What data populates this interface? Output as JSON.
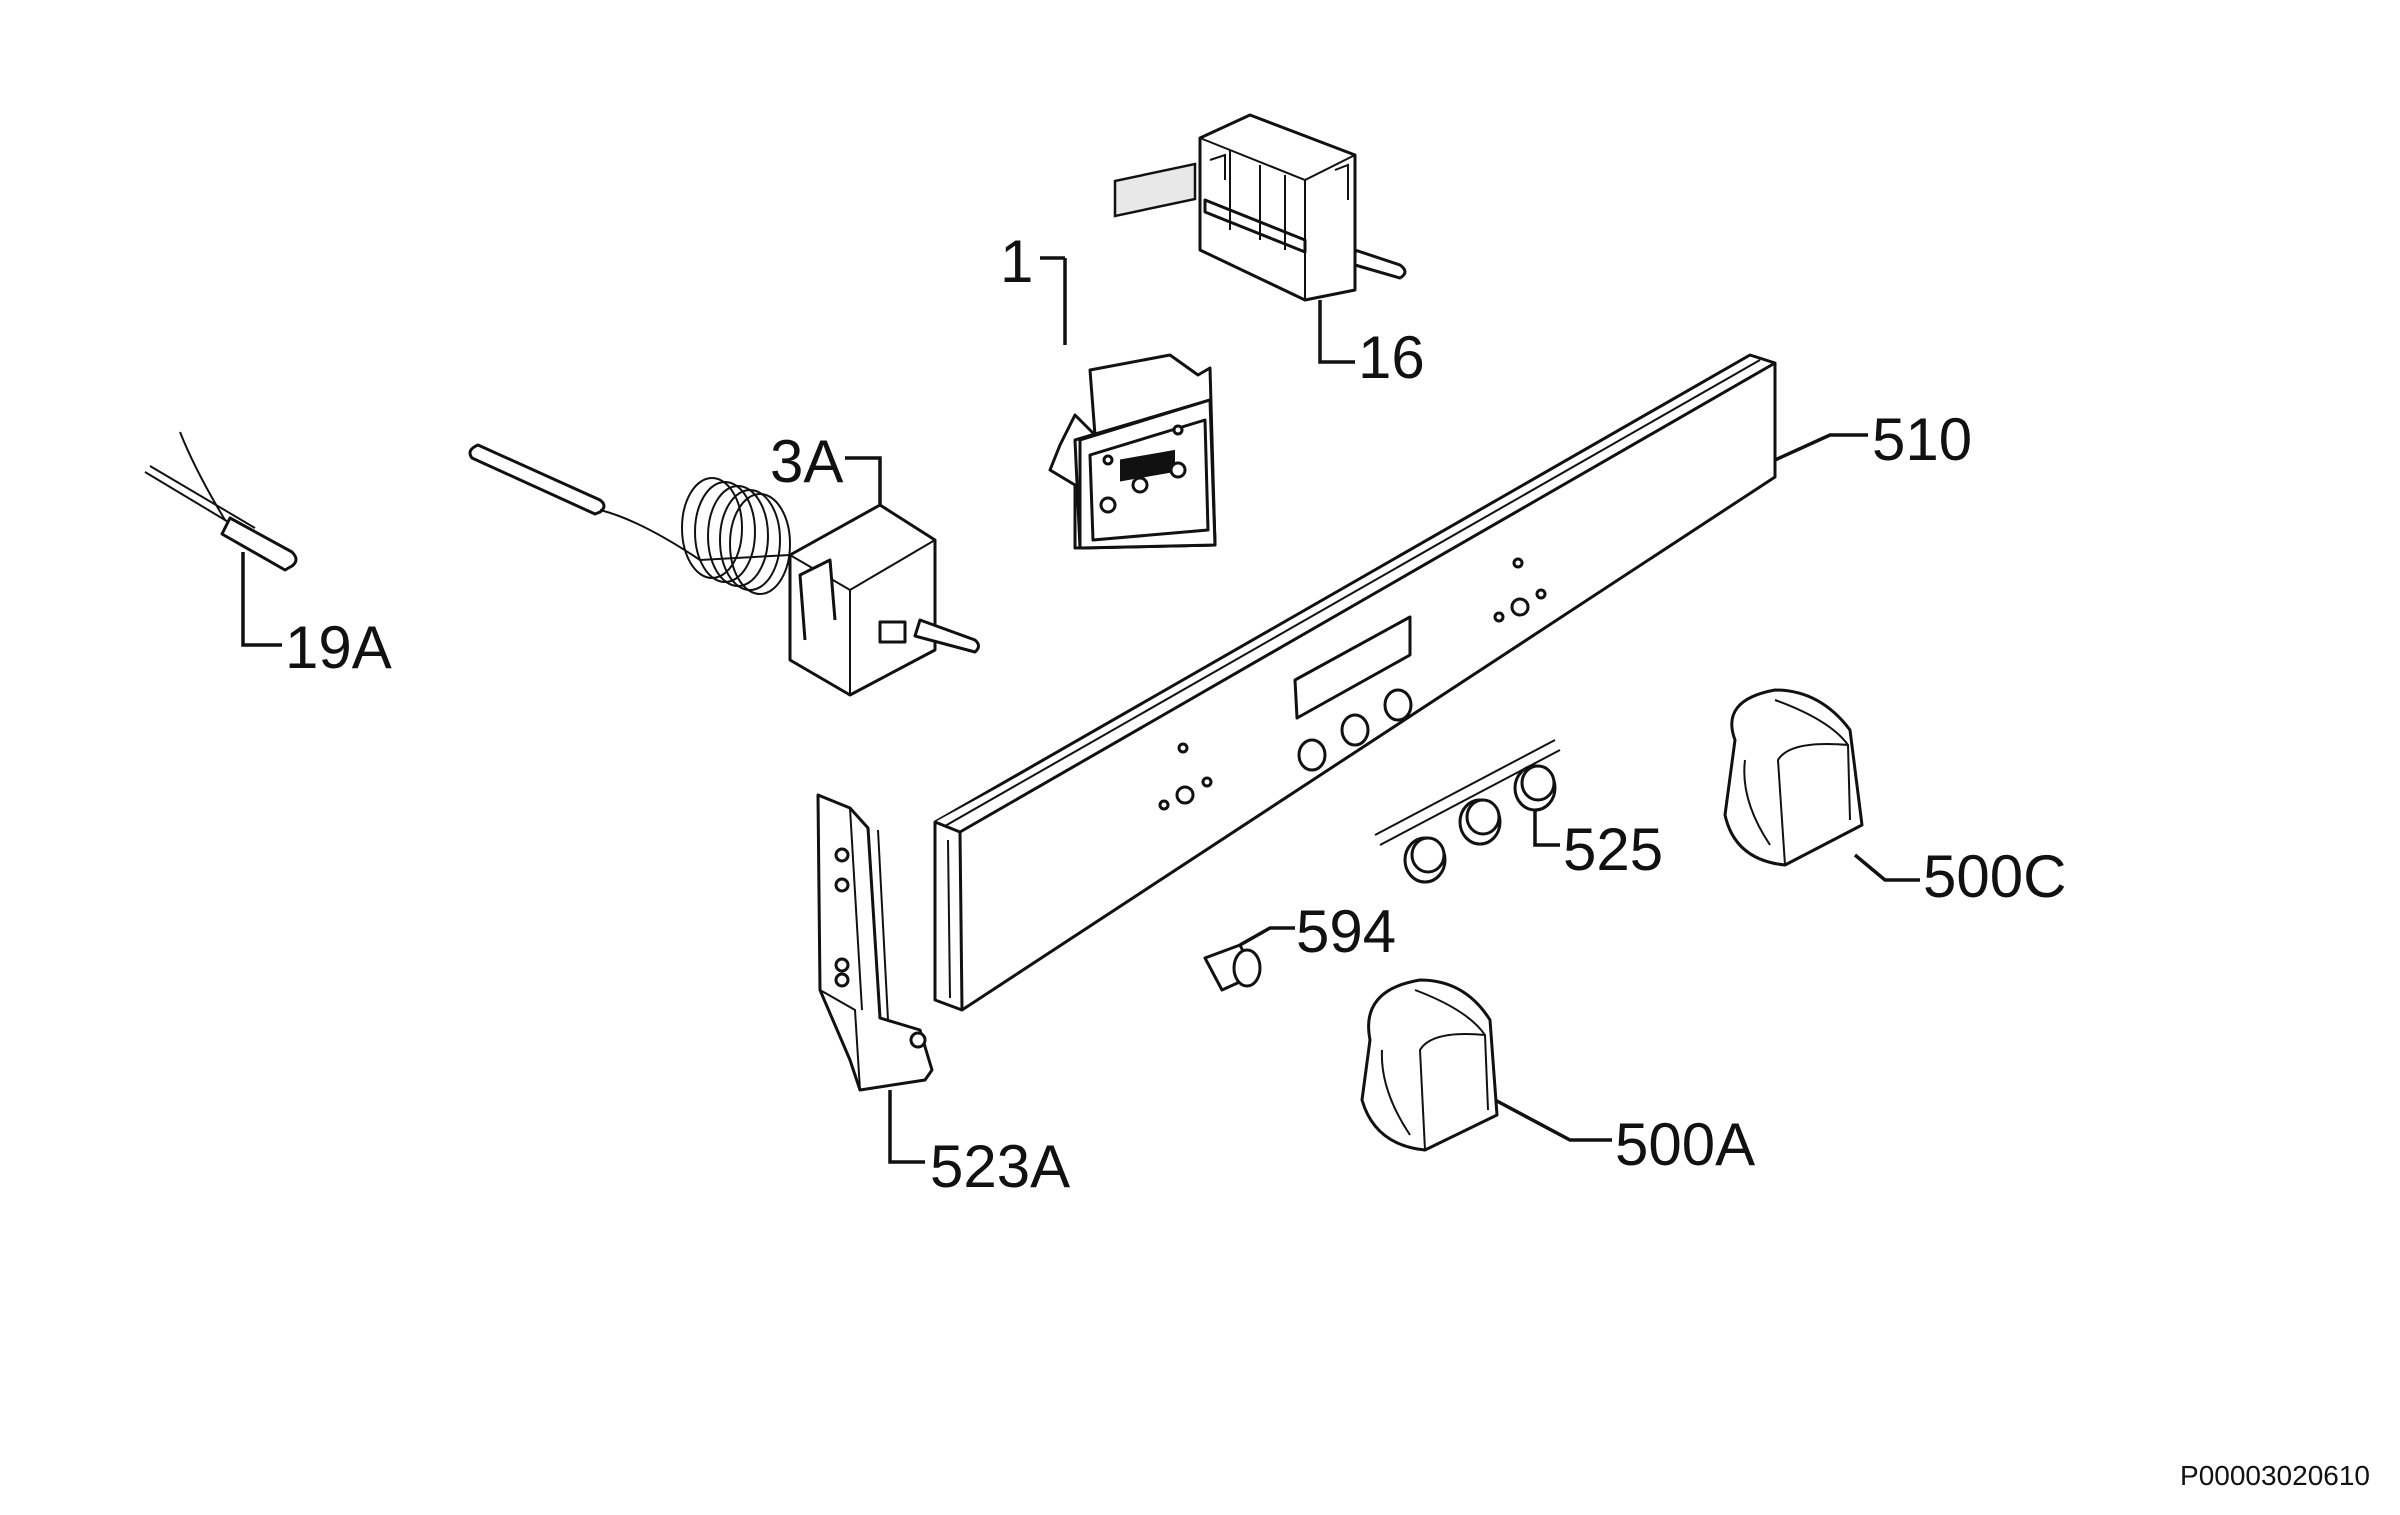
{
  "labels": {
    "p1": "1",
    "p16": "16",
    "p510": "510",
    "p3a": "3A",
    "p19a": "19A",
    "p525": "525",
    "p500c": "500C",
    "p594": "594",
    "p523a": "523A",
    "p500a": "500A"
  },
  "drawing_code": "P00003020610"
}
